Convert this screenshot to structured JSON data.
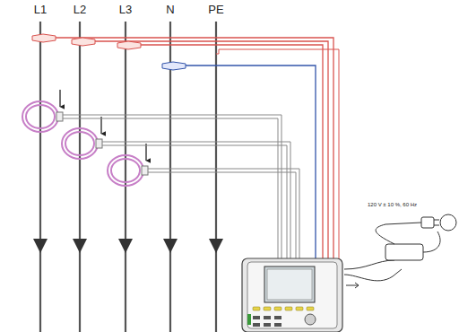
{
  "diagram": {
    "labels": [
      "L1",
      "L2",
      "L3",
      "N",
      "PE",
      "120 V ± 10 %, 60 Hz"
    ]
  }
}
